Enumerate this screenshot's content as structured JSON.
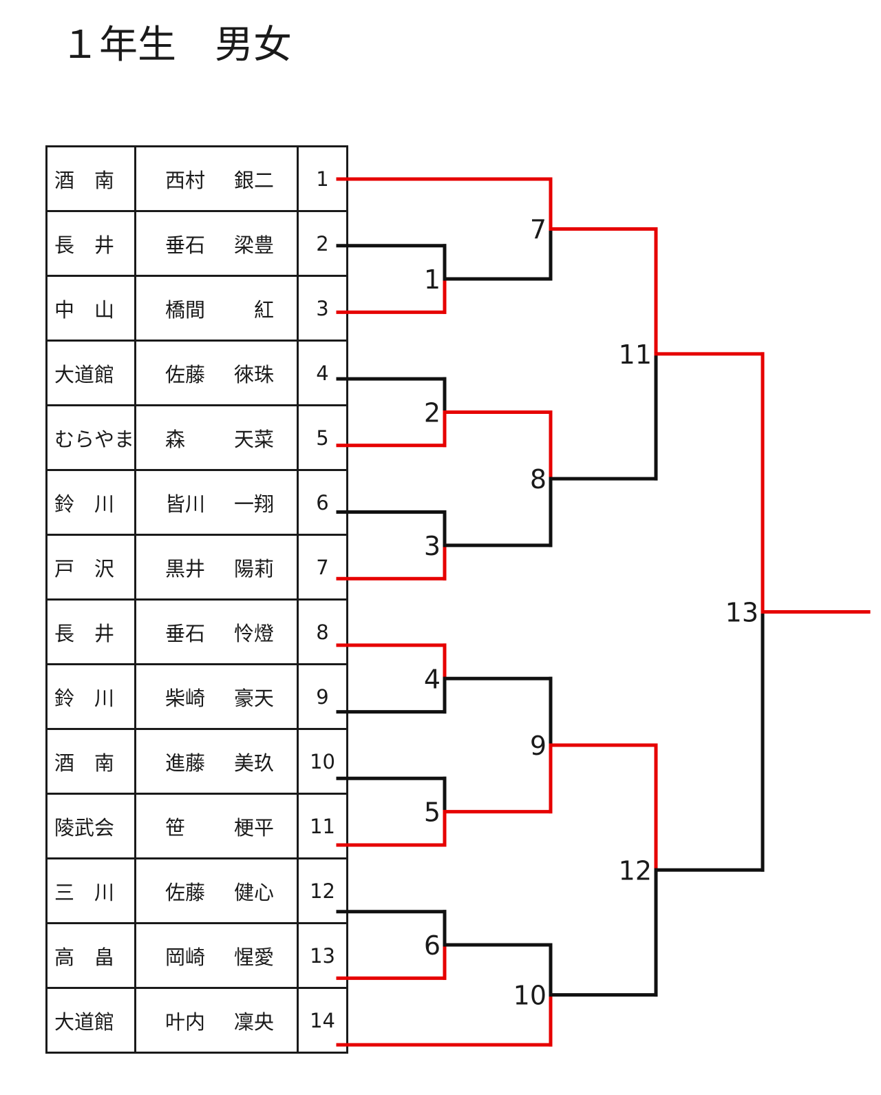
{
  "title": "１年生　男女",
  "entries": [
    {
      "club": "酒　南",
      "family": "西村",
      "given": "銀二",
      "no": "1"
    },
    {
      "club": "長　井",
      "family": "垂石",
      "given": "梁豊",
      "no": "2"
    },
    {
      "club": "中　山",
      "family": "橋間",
      "given": "紅",
      "no": "3"
    },
    {
      "club": "大道館",
      "family": "佐藤",
      "given": "徠珠",
      "no": "4"
    },
    {
      "club": "むらやま",
      "family": "森",
      "given": "天菜",
      "no": "5"
    },
    {
      "club": "鈴　川",
      "family": "皆川",
      "given": "一翔",
      "no": "6"
    },
    {
      "club": "戸　沢",
      "family": "黒井",
      "given": "陽莉",
      "no": "7"
    },
    {
      "club": "長　井",
      "family": "垂石",
      "given": "怜燈",
      "no": "8"
    },
    {
      "club": "鈴　川",
      "family": "柴崎",
      "given": "豪天",
      "no": "9"
    },
    {
      "club": "酒　南",
      "family": "進藤",
      "given": "美玖",
      "no": "10"
    },
    {
      "club": "陵武会",
      "family": "笹",
      "given": "梗平",
      "no": "11"
    },
    {
      "club": "三　川",
      "family": "佐藤",
      "given": "健心",
      "no": "12"
    },
    {
      "club": "高　畠",
      "family": "岡崎",
      "given": "惺愛",
      "no": "13"
    },
    {
      "club": "大道館",
      "family": "叶内",
      "given": "凜央",
      "no": "14"
    }
  ],
  "bracket": {
    "colors": {
      "winner": "#e60000",
      "loser": "#111111"
    },
    "matches": [
      {
        "no": "1",
        "round": 1,
        "a": "entry:2",
        "b": "entry:3",
        "winner": "b"
      },
      {
        "no": "2",
        "round": 1,
        "a": "entry:4",
        "b": "entry:5",
        "winner": "b"
      },
      {
        "no": "3",
        "round": 1,
        "a": "entry:6",
        "b": "entry:7",
        "winner": "b"
      },
      {
        "no": "4",
        "round": 1,
        "a": "entry:8",
        "b": "entry:9",
        "winner": "a"
      },
      {
        "no": "5",
        "round": 1,
        "a": "entry:10",
        "b": "entry:11",
        "winner": "b"
      },
      {
        "no": "6",
        "round": 1,
        "a": "entry:12",
        "b": "entry:13",
        "winner": "b"
      },
      {
        "no": "7",
        "round": 2,
        "a": "entry:1",
        "b": "match:1",
        "winner": "a"
      },
      {
        "no": "8",
        "round": 2,
        "a": "match:2",
        "b": "match:3",
        "winner": "a"
      },
      {
        "no": "9",
        "round": 2,
        "a": "match:4",
        "b": "match:5",
        "winner": "b"
      },
      {
        "no": "10",
        "round": 2,
        "a": "match:6",
        "b": "entry:14",
        "winner": "b"
      },
      {
        "no": "11",
        "round": 3,
        "a": "match:7",
        "b": "match:8",
        "winner": "a"
      },
      {
        "no": "12",
        "round": 3,
        "a": "match:9",
        "b": "match:10",
        "winner": "a"
      },
      {
        "no": "13",
        "round": 4,
        "a": "match:11",
        "b": "match:12",
        "winner": "a"
      }
    ]
  }
}
